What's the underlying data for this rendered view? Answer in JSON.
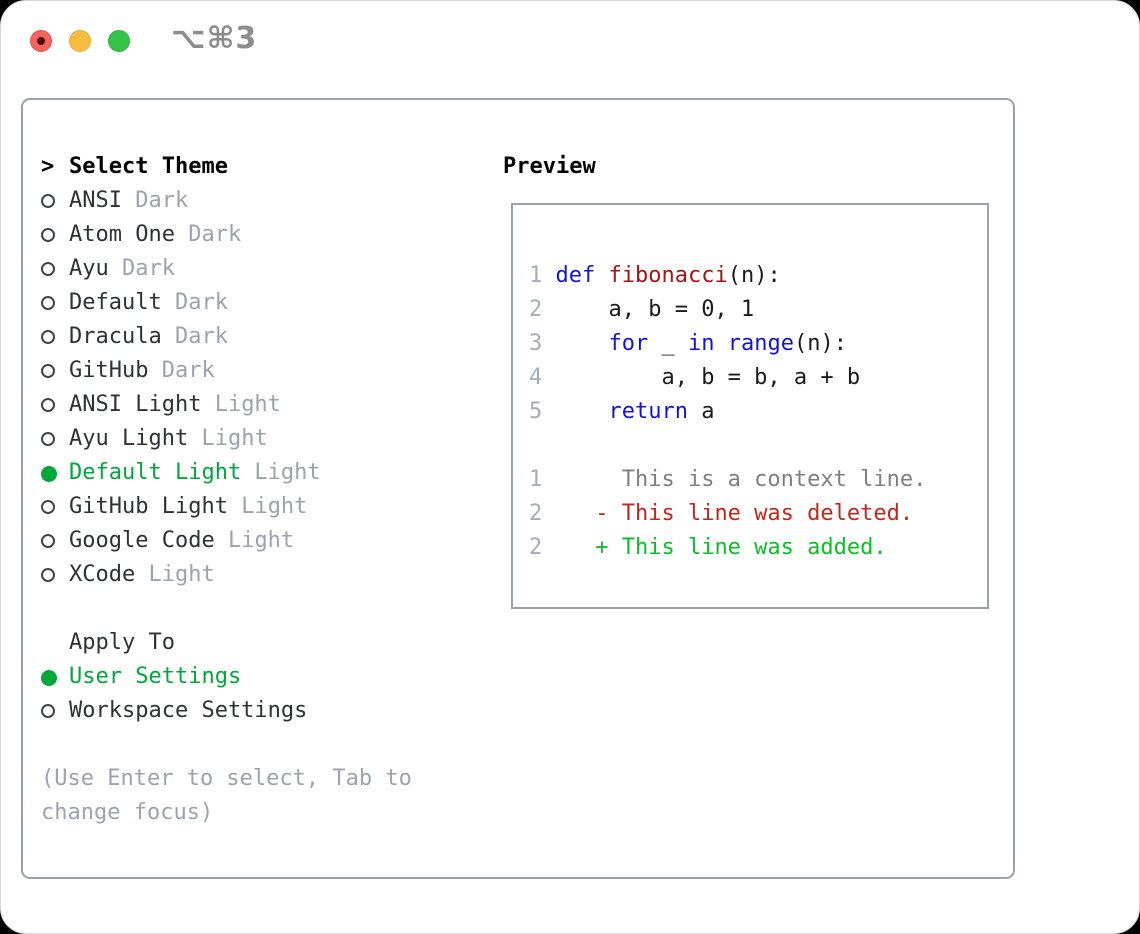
{
  "window": {
    "title": "⌥⌘3",
    "traffic_lights": [
      {
        "name": "close-button",
        "color": "#f4645c",
        "has_inner_dot": true
      },
      {
        "name": "minimize-button",
        "color": "#f8bc40",
        "has_inner_dot": false
      },
      {
        "name": "zoom-button",
        "color": "#35c348",
        "has_inner_dot": false
      }
    ]
  },
  "colors": {
    "selection_green": "#00a73b",
    "keyword_blue": "#1414d6",
    "function_red": "#a31515",
    "diff_deleted_red": "#c2271a",
    "diff_added_green": "#0abf26",
    "muted_gray": "#9aa3b0",
    "line_number_gray": "#a2adbb",
    "box_border_gray": "#99a1ad"
  },
  "theme_panel": {
    "header": {
      "prompt": ">",
      "label": "Select Theme"
    },
    "themes": [
      {
        "name": "ANSI",
        "variant": "Dark",
        "selected": false
      },
      {
        "name": "Atom One",
        "variant": "Dark",
        "selected": false
      },
      {
        "name": "Ayu",
        "variant": "Dark",
        "selected": false
      },
      {
        "name": "Default",
        "variant": "Dark",
        "selected": false
      },
      {
        "name": "Dracula",
        "variant": "Dark",
        "selected": false
      },
      {
        "name": "GitHub",
        "variant": "Dark",
        "selected": false
      },
      {
        "name": "ANSI Light",
        "variant": "Light",
        "selected": false
      },
      {
        "name": "Ayu Light",
        "variant": "Light",
        "selected": false
      },
      {
        "name": "Default Light",
        "variant": "Light",
        "selected": true
      },
      {
        "name": "GitHub Light",
        "variant": "Light",
        "selected": false
      },
      {
        "name": "Google Code",
        "variant": "Light",
        "selected": false
      },
      {
        "name": "XCode",
        "variant": "Light",
        "selected": false
      }
    ],
    "apply_to": {
      "label": "Apply To",
      "options": [
        {
          "name": "User Settings",
          "selected": true
        },
        {
          "name": "Workspace Settings",
          "selected": false
        }
      ]
    },
    "help_line1": "(Use Enter to select, Tab to",
    "help_line2": "change focus)"
  },
  "preview": {
    "label": "Preview",
    "lines": [
      [
        {
          "c": "ln",
          "t": "1"
        },
        {
          "c": "p",
          "t": " "
        },
        {
          "c": "kw",
          "t": "def"
        },
        {
          "c": "p",
          "t": " "
        },
        {
          "c": "fn",
          "t": "fibonacci"
        },
        {
          "c": "p",
          "t": "(n):"
        }
      ],
      [
        {
          "c": "ln",
          "t": "2"
        },
        {
          "c": "p",
          "t": "     a, b = 0, 1"
        }
      ],
      [
        {
          "c": "ln",
          "t": "3"
        },
        {
          "c": "p",
          "t": "     "
        },
        {
          "c": "kw",
          "t": "for"
        },
        {
          "c": "p",
          "t": " _ "
        },
        {
          "c": "kw",
          "t": "in"
        },
        {
          "c": "p",
          "t": " "
        },
        {
          "c": "kw",
          "t": "range"
        },
        {
          "c": "p",
          "t": "(n):"
        }
      ],
      [
        {
          "c": "ln",
          "t": "4"
        },
        {
          "c": "p",
          "t": "         a, b = b, a + b"
        }
      ],
      [
        {
          "c": "ln",
          "t": "5"
        },
        {
          "c": "p",
          "t": "     "
        },
        {
          "c": "kw",
          "t": "return"
        },
        {
          "c": "p",
          "t": " a"
        }
      ],
      [],
      [
        {
          "c": "ln",
          "t": "1"
        },
        {
          "c": "ctx",
          "t": "      This is a context line."
        }
      ],
      [
        {
          "c": "ln",
          "t": "2"
        },
        {
          "c": "p",
          "t": "    "
        },
        {
          "c": "del",
          "t": "- This line was deleted."
        }
      ],
      [
        {
          "c": "ln",
          "t": "2"
        },
        {
          "c": "p",
          "t": "    "
        },
        {
          "c": "add",
          "t": "+ This line was added."
        }
      ]
    ]
  }
}
